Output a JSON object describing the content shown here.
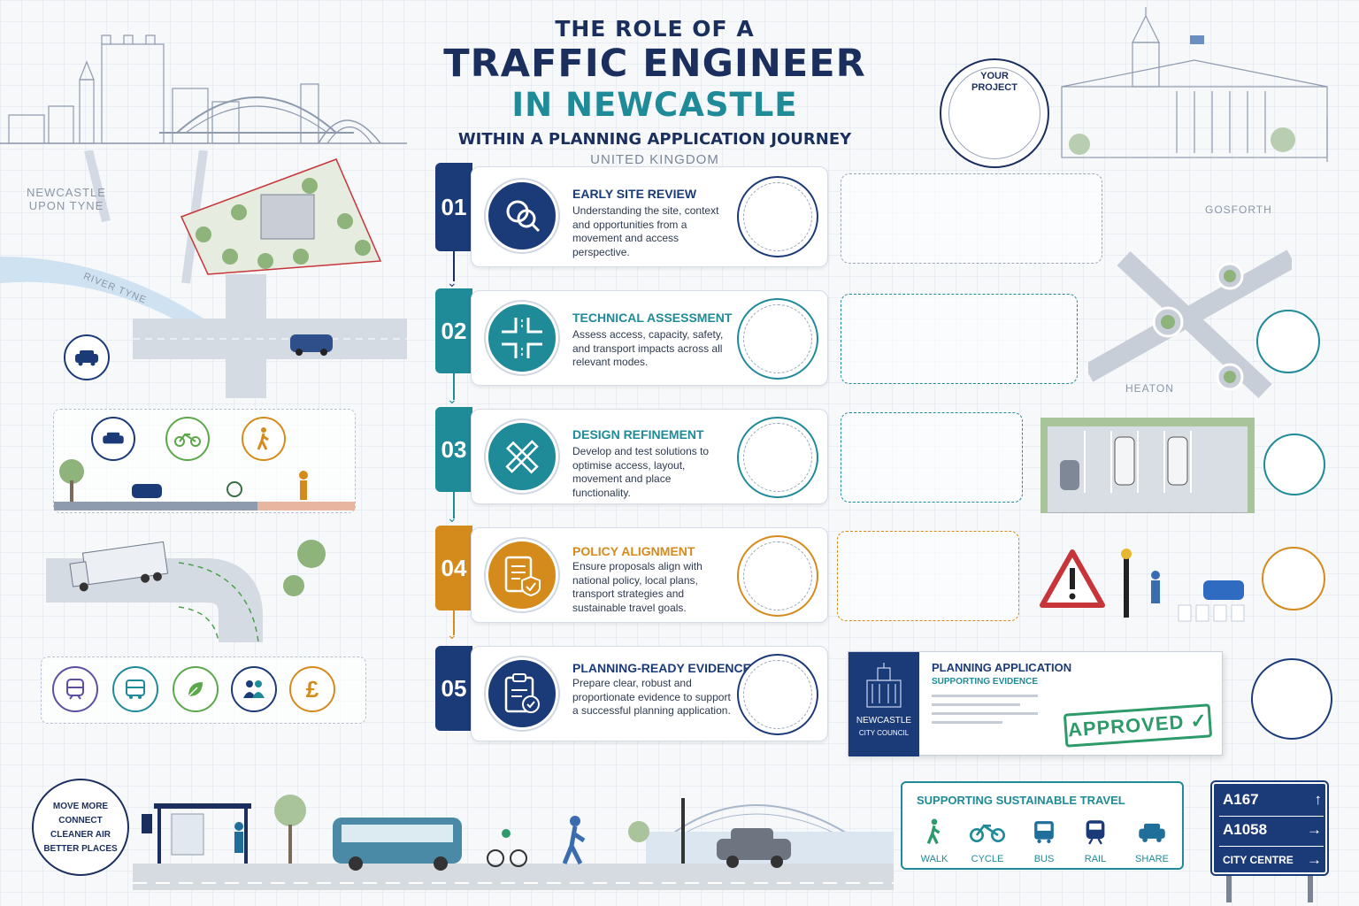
{
  "title": {
    "line1": "THE ROLE OF A",
    "line2": "TRAFFIC ENGINEER",
    "line3": "IN NEWCASTLE",
    "line4": "WITHIN A PLANNING APPLICATION JOURNEY",
    "line5": "UNITED KINGDOM"
  },
  "project": {
    "label_line1": "YOUR",
    "label_line2": "PROJECT"
  },
  "map_labels": {
    "city_line1": "NEWCASTLE",
    "city_line2": "UPON TYNE",
    "river": "RIVER TYNE",
    "gosforth": "GOSFORTH",
    "heaton": "HEATON"
  },
  "steps": [
    {
      "number": "01",
      "title": "EARLY SITE REVIEW",
      "description": "Understanding the site, context and opportunities from a movement and access perspective.",
      "color": "#1b3a78",
      "icon": "search-icon"
    },
    {
      "number": "02",
      "title": "TECHNICAL ASSESSMENT",
      "description": "Assess access, capacity, safety, and transport impacts across all relevant modes.",
      "color": "#1f8a98",
      "icon": "junction-icon"
    },
    {
      "number": "03",
      "title": "DESIGN REFINEMENT",
      "description": "Develop and test solutions to optimise access, layout, movement and place functionality.",
      "color": "#1f8a98",
      "icon": "ruler-pencil-icon"
    },
    {
      "number": "04",
      "title": "POLICY ALIGNMENT",
      "description": "Ensure proposals align with national policy, local plans, transport strategies and sustainable travel goals.",
      "color": "#d58a1c",
      "icon": "policy-shield-icon"
    },
    {
      "number": "05",
      "title": "PLANNING-READY EVIDENCE",
      "description": "Prepare clear, robust and proportionate evidence to support a successful planning application.",
      "color": "#1b3a78",
      "icon": "clipboard-check-icon"
    }
  ],
  "planning": {
    "title": "PLANNING APPLICATION",
    "subtitle": "SUPPORTING EVIDENCE",
    "council_line1": "NEWCASTLE",
    "council_line2": "CITY COUNCIL",
    "stamp": "APPROVED ✓"
  },
  "travel": {
    "title": "SUPPORTING SUSTAINABLE TRAVEL",
    "items": [
      {
        "label": "WALK",
        "icon": "walk-icon"
      },
      {
        "label": "CYCLE",
        "icon": "bicycle-icon"
      },
      {
        "label": "BUS",
        "icon": "bus-icon"
      },
      {
        "label": "RAIL",
        "icon": "train-icon"
      },
      {
        "label": "SHARE",
        "icon": "car-share-icon"
      }
    ]
  },
  "sign": {
    "rows": [
      {
        "label": "A167",
        "arrow": "↑"
      },
      {
        "label": "A1058",
        "arrow": "→"
      },
      {
        "label": "CITY CENTRE",
        "arrow": "→"
      }
    ]
  },
  "move_more": {
    "line1": "MOVE MORE",
    "line2": "CONNECT",
    "line3": "CLEANER AIR",
    "line4": "BETTER PLACES"
  },
  "benefit_icons": [
    "train-icon",
    "bus-icon",
    "leaf-icon",
    "people-icon",
    "pound-icon"
  ],
  "benefit_currency": "£",
  "colors": {
    "navy": "#1b3a78",
    "teal": "#1f8a98",
    "amber": "#d58a1c",
    "green": "#2d9a6a"
  }
}
